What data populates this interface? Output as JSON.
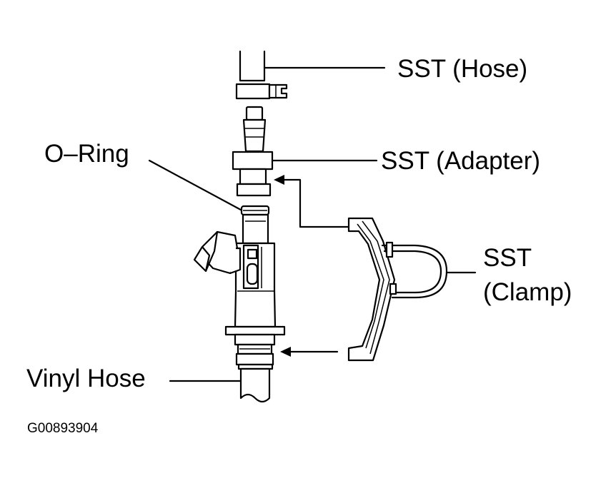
{
  "labels": {
    "sst_hose": "SST (Hose)",
    "sst_adapter": "SST (Adapter)",
    "o_ring": "O–Ring",
    "sst_clamp_line1": "SST",
    "sst_clamp_line2": "(Clamp)",
    "vinyl_hose": "Vinyl Hose"
  },
  "figure_id": "G00893904",
  "colors": {
    "ink": "#000000",
    "paper": "#ffffff"
  }
}
